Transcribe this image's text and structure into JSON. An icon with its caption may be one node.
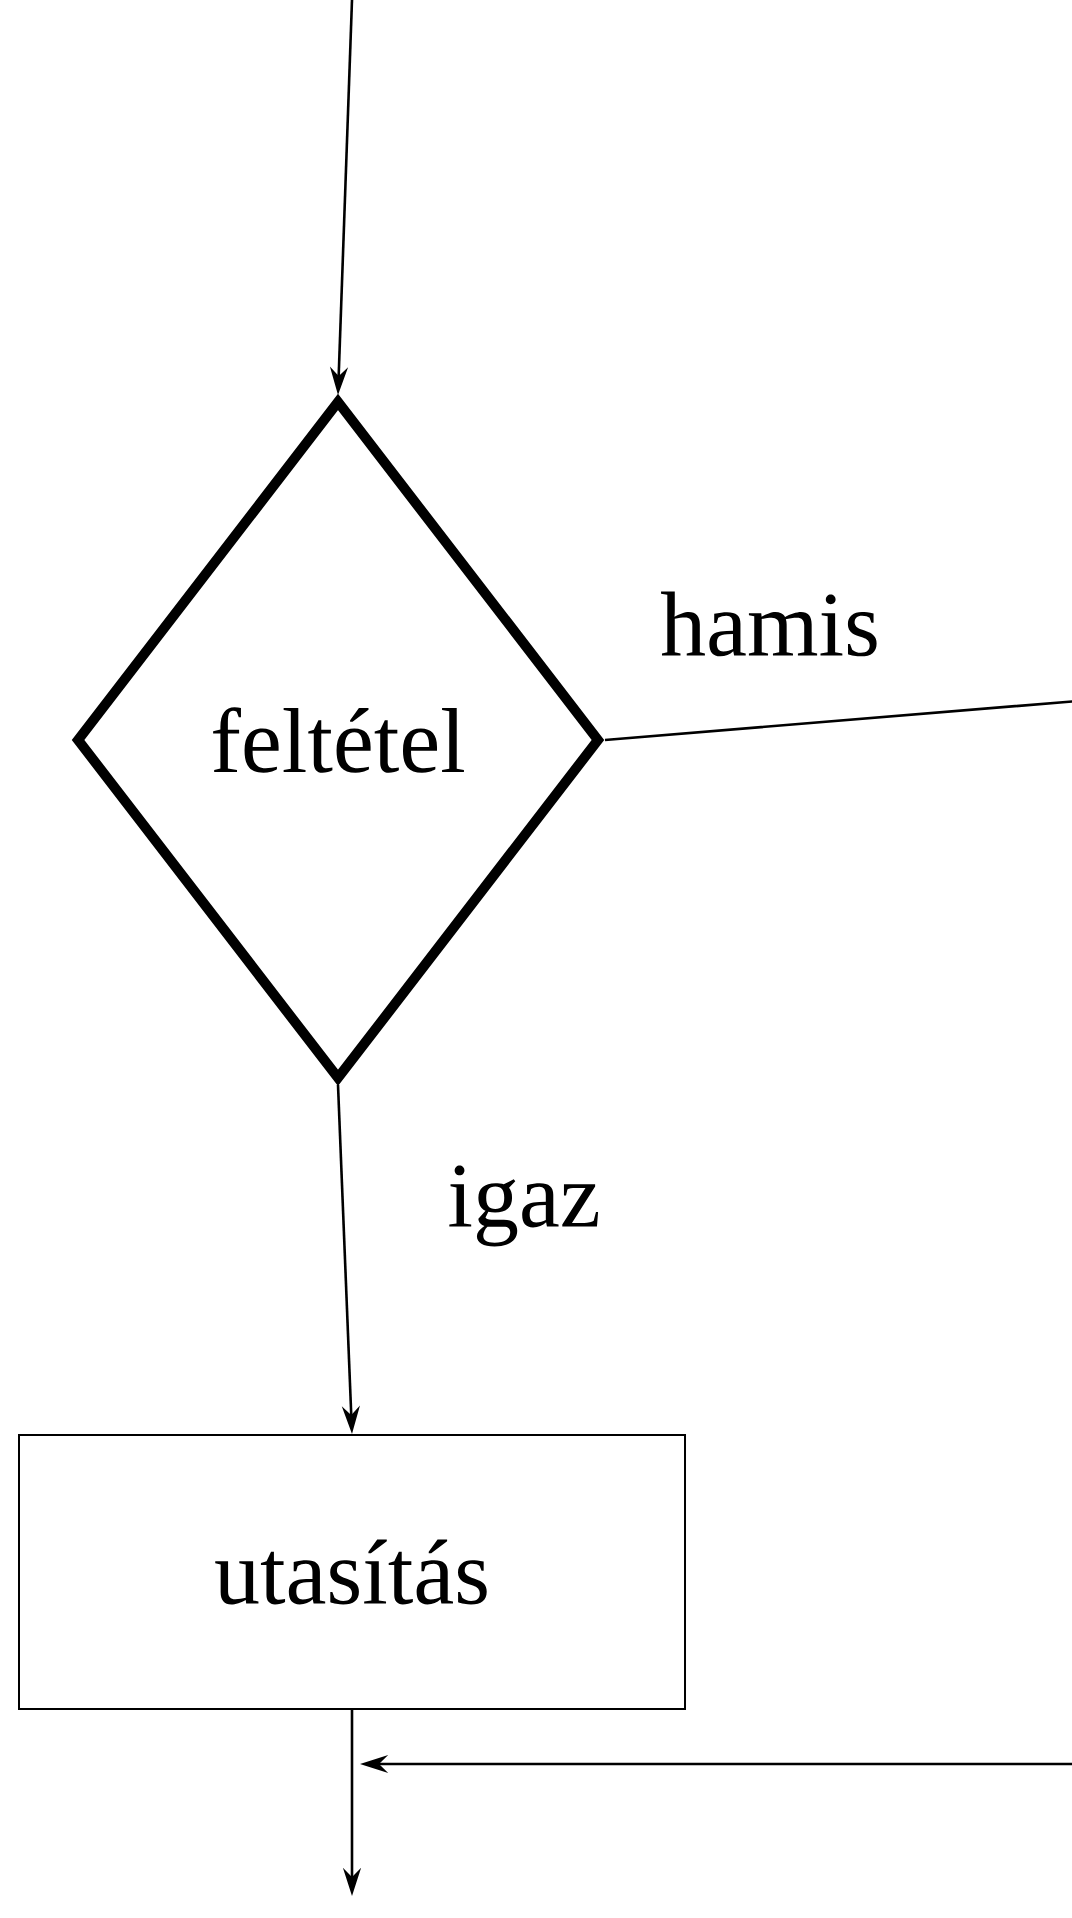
{
  "diagram": {
    "nodes": [
      {
        "text": [
          "feltétel"
        ]
      },
      {
        "text": [
          "utasítás"
        ]
      }
    ],
    "edges": [
      {
        "from": null,
        "to": 0,
        "arrow": "to"
      },
      {
        "from": 0,
        "to": 1,
        "arrow": "to",
        "label": "igaz"
      },
      {
        "from": 0,
        "to": null,
        "arrow": "to",
        "label": "hamis"
      },
      {
        "from": 1,
        "to": null,
        "arrow": "to"
      }
    ]
  }
}
